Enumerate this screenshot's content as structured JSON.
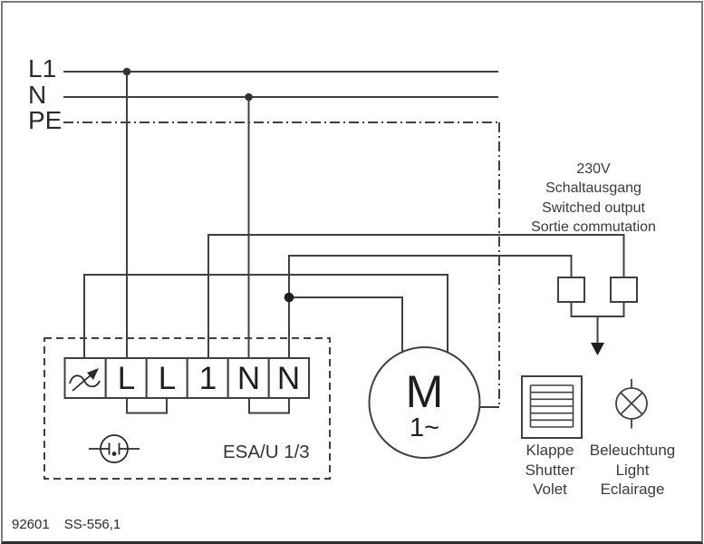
{
  "supply": {
    "l1": "L1",
    "n": "N",
    "pe": "PE"
  },
  "switched_output": {
    "lines": [
      "230V",
      "Schaltausgang",
      "Switched output",
      "Sortie commutation"
    ]
  },
  "device": {
    "label": "ESA/U 1/3",
    "terminals": [
      "L",
      "L",
      "1",
      "N",
      "N"
    ]
  },
  "motor": {
    "symbol": "M",
    "phase": "1~"
  },
  "shutter": {
    "lines": [
      "Klappe",
      "Shutter",
      "Volet"
    ]
  },
  "light": {
    "lines": [
      "Beleuchtung",
      "Light",
      "Eclairage"
    ]
  },
  "footer": {
    "doc_number": "92601",
    "drawing_ref": "SS-556,1"
  },
  "colors": {
    "line": "#404040",
    "text": "#2d2d2d",
    "background": "#ffffff"
  }
}
